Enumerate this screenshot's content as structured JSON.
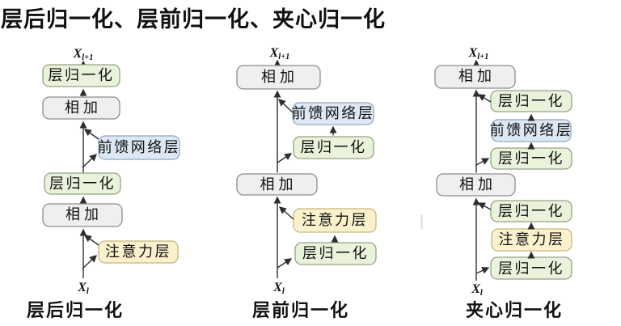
{
  "title": "层后归一化、层前归一化、夹心归一化",
  "labels": {
    "add": "相加",
    "layer_norm": "层归一化",
    "ffn": "前馈网络层",
    "attention": "注意力层",
    "x_output_base": "X",
    "x_output_sub": "l+1",
    "x_input_base": "X",
    "x_input_sub": "l"
  },
  "diagrams": [
    {
      "id": "post-ln",
      "caption": "层后归一化"
    },
    {
      "id": "pre-ln",
      "caption": "层前归一化"
    },
    {
      "id": "sandwich-ln",
      "caption": "夹心归一化"
    }
  ],
  "colors": {
    "background": "#ffffff",
    "text": "#111111",
    "line": "#2e2e2e",
    "layer_norm_fill": "#e9f2da",
    "layer_norm_border": "#93a383",
    "add_fill": "#efefef",
    "add_border": "#8e8e8e",
    "ffn_fill": "#dde8f4",
    "ffn_border": "#92a8c4",
    "attention_fill": "#fbf2cd",
    "attention_border": "#c5b67e"
  }
}
